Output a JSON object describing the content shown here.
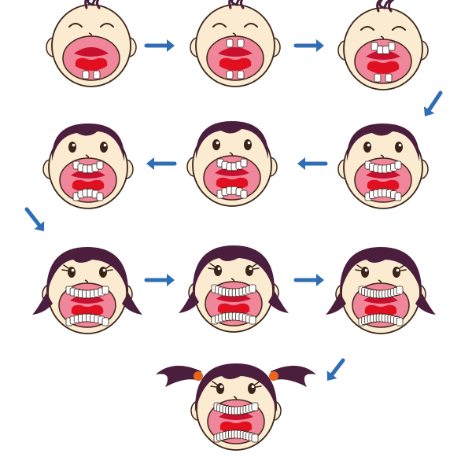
{
  "colors": {
    "skin": "#FBEBD0",
    "outline": "#3A2418",
    "hair": "#4A1E3C",
    "mouth": "#F0869A",
    "lip": "#C8102E",
    "tongue": "#E01020",
    "tooth": "#FFFFFF",
    "arrow": "#2F6DB5",
    "cheek": "#F6B0B0",
    "hair_tie": "#E8661E"
  },
  "arrow_icon": "blue-arrow-icon",
  "stages": [
    {
      "stage": 1,
      "hair": "tuft",
      "eyes": "crying",
      "upper_teeth": 0,
      "lower_teeth": 2
    },
    {
      "stage": 2,
      "hair": "tuft",
      "eyes": "crying",
      "upper_teeth": 2,
      "lower_teeth": 2
    },
    {
      "stage": 3,
      "hair": "tuft",
      "eyes": "crying",
      "upper_teeth": 4,
      "lower_teeth": 2
    },
    {
      "stage": 4,
      "hair": "short",
      "eyes": "open",
      "upper_teeth": 6,
      "lower_teeth": 6
    },
    {
      "stage": 5,
      "hair": "short",
      "eyes": "open",
      "upper_teeth": 6,
      "lower_teeth": 6
    },
    {
      "stage": 6,
      "hair": "short",
      "eyes": "open",
      "upper_teeth": 8,
      "lower_teeth": 8
    },
    {
      "stage": 7,
      "hair": "bob",
      "eyes": "lashes",
      "upper_teeth": 10,
      "lower_teeth": 10
    },
    {
      "stage": 8,
      "hair": "bob",
      "eyes": "lashes",
      "upper_teeth": 12,
      "lower_teeth": 12
    },
    {
      "stage": 9,
      "hair": "bob",
      "eyes": "lashes",
      "upper_teeth": 14,
      "lower_teeth": 14
    },
    {
      "stage": 10,
      "hair": "pigtails",
      "eyes": "lashes",
      "upper_teeth": 14,
      "lower_teeth": 14
    }
  ]
}
